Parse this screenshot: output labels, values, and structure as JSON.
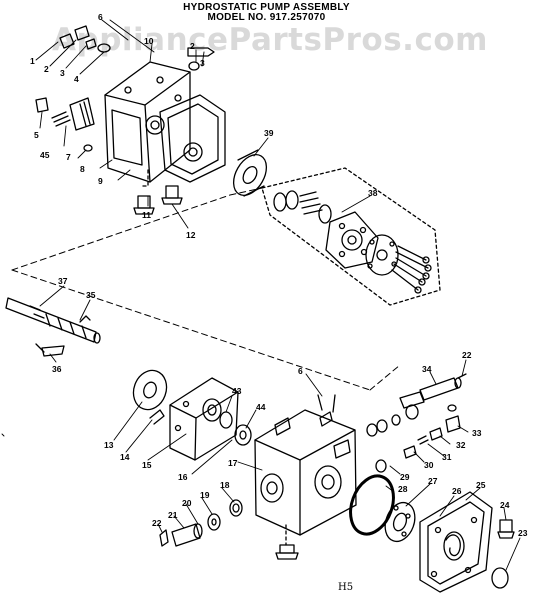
{
  "title_line1": "HYDROSTATIC PUMP ASSEMBLY",
  "title_line2": "MODEL NO. 917.257070",
  "watermark": "AppliancePartsPros.com",
  "page_code": "H5",
  "colors": {
    "ink": "#000000",
    "paper": "#ffffff",
    "watermark": "#8a8a8a"
  },
  "callouts": [
    "6",
    "1",
    "2",
    "3",
    "4",
    "2",
    "3",
    "10",
    "5",
    "45",
    "7",
    "8",
    "9",
    "11",
    "12",
    "39",
    "38",
    "37",
    "35",
    "36",
    "22",
    "34",
    "13",
    "14",
    "15",
    "16",
    "43",
    "44",
    "6",
    "17",
    "33",
    "32",
    "31",
    "30",
    "29",
    "28",
    "27",
    "26",
    "25",
    "24",
    "23",
    "18",
    "19",
    "20",
    "21",
    "22"
  ]
}
